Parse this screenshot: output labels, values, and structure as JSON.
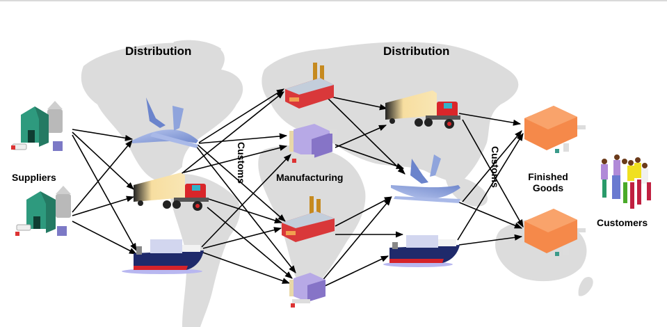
{
  "diagram": {
    "type": "supply-chain-flow",
    "stage_titles": {
      "distribution_left": "Distribution",
      "distribution_right": "Distribution"
    },
    "labels": {
      "suppliers": "Suppliers",
      "manufacturing": "Manufacturing",
      "finished_goods_line1": "Finished",
      "finished_goods_line2": "Goods",
      "customers": "Customers",
      "customs_left": "Customs",
      "customs_right": "Customs"
    },
    "nodes": [
      {
        "id": "supplier-1",
        "kind": "supplier-warehouse"
      },
      {
        "id": "supplier-2",
        "kind": "supplier-warehouse"
      },
      {
        "id": "plane-1",
        "kind": "airplane"
      },
      {
        "id": "truck-1",
        "kind": "truck"
      },
      {
        "id": "ship-1",
        "kind": "cargo-ship"
      },
      {
        "id": "factory-1",
        "kind": "factory"
      },
      {
        "id": "plant-1",
        "kind": "manufacturing-plant"
      },
      {
        "id": "factory-2",
        "kind": "factory"
      },
      {
        "id": "plant-2",
        "kind": "manufacturing-plant"
      },
      {
        "id": "truck-2",
        "kind": "truck"
      },
      {
        "id": "plane-2",
        "kind": "airplane"
      },
      {
        "id": "ship-2",
        "kind": "cargo-ship"
      },
      {
        "id": "warehouse-1",
        "kind": "finished-goods-warehouse"
      },
      {
        "id": "warehouse-2",
        "kind": "finished-goods-warehouse"
      },
      {
        "id": "customers",
        "kind": "people-group"
      }
    ],
    "edges": [
      [
        "supplier-1",
        "plane-1"
      ],
      [
        "supplier-1",
        "truck-1"
      ],
      [
        "supplier-1",
        "ship-1"
      ],
      [
        "supplier-2",
        "plane-1"
      ],
      [
        "supplier-2",
        "truck-1"
      ],
      [
        "supplier-2",
        "ship-1"
      ],
      [
        "plane-1",
        "factory-1"
      ],
      [
        "plane-1",
        "plant-1"
      ],
      [
        "plane-1",
        "factory-2"
      ],
      [
        "plane-1",
        "plant-2"
      ],
      [
        "truck-1",
        "factory-1"
      ],
      [
        "truck-1",
        "plant-1"
      ],
      [
        "truck-1",
        "factory-2"
      ],
      [
        "truck-1",
        "plant-2"
      ],
      [
        "ship-1",
        "plant-1"
      ],
      [
        "ship-1",
        "factory-2"
      ],
      [
        "ship-1",
        "plant-2"
      ],
      [
        "factory-1",
        "truck-2"
      ],
      [
        "factory-1",
        "plane-2"
      ],
      [
        "plant-1",
        "truck-2"
      ],
      [
        "plant-1",
        "plane-2"
      ],
      [
        "factory-2",
        "plane-2"
      ],
      [
        "factory-2",
        "ship-2"
      ],
      [
        "plant-2",
        "plane-2"
      ],
      [
        "plant-2",
        "ship-2"
      ],
      [
        "truck-2",
        "warehouse-1"
      ],
      [
        "truck-2",
        "warehouse-2"
      ],
      [
        "plane-2",
        "warehouse-1"
      ],
      [
        "plane-2",
        "warehouse-2"
      ],
      [
        "ship-2",
        "warehouse-1"
      ],
      [
        "ship-2",
        "warehouse-2"
      ]
    ],
    "colors": {
      "map": "#dcdcdc",
      "arrow": "#000000",
      "supplier_green": "#2e9a7e",
      "factory_red": "#d9383a",
      "plant_purple": "#9b8ed6",
      "warehouse_orange": "#f5894a",
      "plane_blue": "#8fa4dc",
      "ship_navy": "#1f2a6b",
      "truck_trailer": "#f7deA0"
    }
  }
}
